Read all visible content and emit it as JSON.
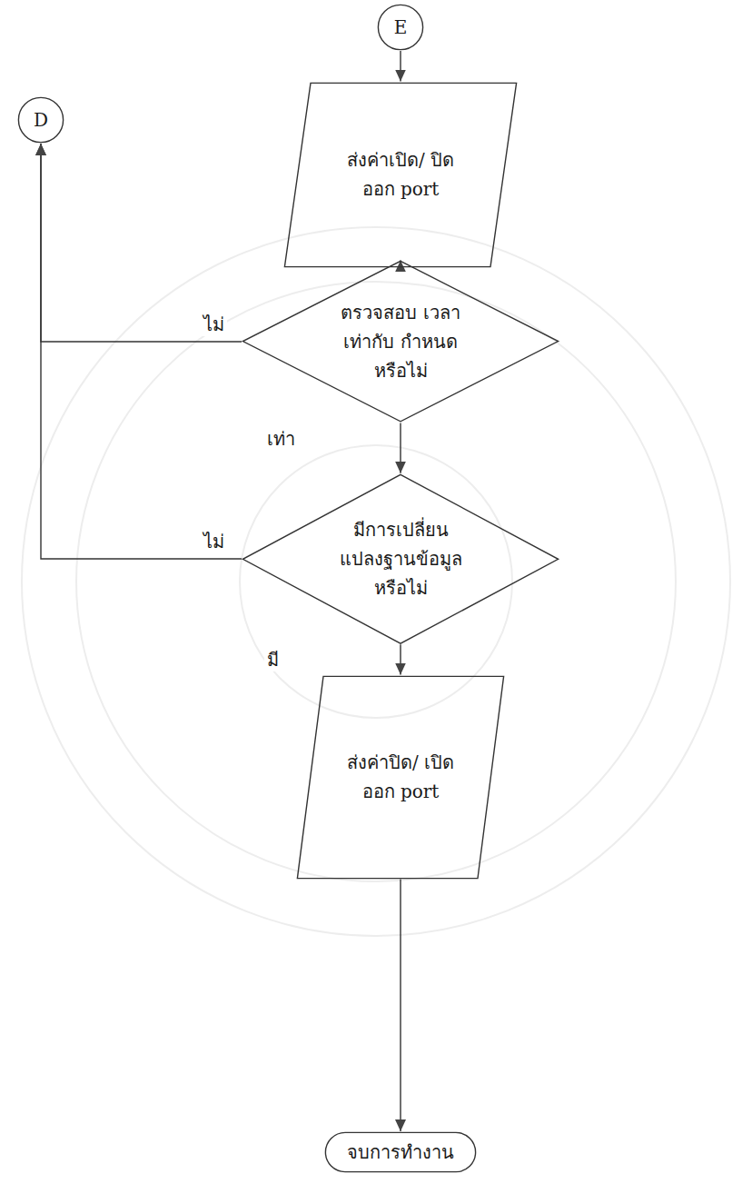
{
  "diagram": {
    "nodes": [
      {
        "text": [
          "E"
        ]
      },
      {
        "text": [
          "ส่งค่าเปิด/ ปิด ออก port"
        ]
      },
      {
        "text": [
          "D"
        ]
      },
      {
        "text": [
          "ตรวจสอบ เวลาเท่ากับ กำหนด หรือไม่"
        ]
      },
      {
        "text": [
          "มีการเปลี่ยน แปลงฐานข้อมูล หรือไม่"
        ]
      },
      {
        "text": [
          "ส่งค่าปิด/ เปิดออก port"
        ]
      },
      {
        "text": [
          "จบการทำงาน"
        ]
      }
    ],
    "edges": [
      {
        "from": 0,
        "to": 1,
        "arrow": "to"
      },
      {
        "from": 1,
        "to": 3,
        "arrow": "to"
      },
      {
        "from": 3,
        "to": 2,
        "label": "ไม่",
        "arrow": "to"
      },
      {
        "from": 3,
        "to": 4,
        "label": "เท่า",
        "arrow": "to"
      },
      {
        "from": 4,
        "to": 2,
        "label": "ไม่",
        "arrow": "to"
      },
      {
        "from": 4,
        "to": 5,
        "label": "มี",
        "arrow": "to"
      },
      {
        "from": 5,
        "to": 6,
        "arrow": "to"
      }
    ]
  }
}
